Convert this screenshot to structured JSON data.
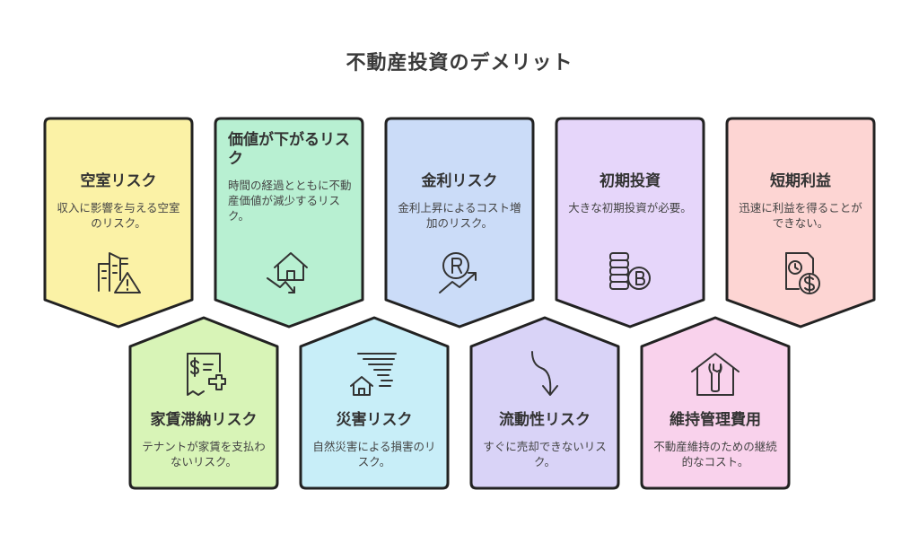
{
  "title": "不動産投資のデメリット",
  "cards_top": [
    {
      "title": "空室リスク",
      "desc": "収入に影響を与える空室のリスク。",
      "color": "#fbf2a6",
      "icon": "vacant-building-warning-icon"
    },
    {
      "title": "価値が下がるリスク",
      "desc": "時間の経過とともに不動産価値が減少するリスク。",
      "color": "#b8f0d2",
      "icon": "house-down-arrow-icon"
    },
    {
      "title": "金利リスク",
      "desc": "金利上昇によるコスト増加のリスク。",
      "color": "#cbdcf8",
      "icon": "interest-rate-up-icon"
    },
    {
      "title": "初期投資",
      "desc": "大きな初期投資が必要。",
      "color": "#e6d6fa",
      "icon": "coins-bitcoin-icon"
    },
    {
      "title": "短期利益",
      "desc": "迅速に利益を得ることができない。",
      "color": "#fdd5d3",
      "icon": "time-money-icon"
    }
  ],
  "cards_bottom": [
    {
      "title": "家賃滞納リスク",
      "desc": "テナントが家賃を支払わないリスク。",
      "color": "#d8f4b7",
      "icon": "bill-medical-icon"
    },
    {
      "title": "災害リスク",
      "desc": "自然災害による損害のリスク。",
      "color": "#c8eef8",
      "icon": "house-tornado-icon"
    },
    {
      "title": "流動性リスク",
      "desc": "すぐに売却できないリスク。",
      "color": "#d9d3f7",
      "icon": "curved-arrow-down-icon"
    },
    {
      "title": "維持管理費用",
      "desc": "不動産維持のための継続的なコスト。",
      "color": "#f9d2ec",
      "icon": "house-wrench-icon"
    }
  ]
}
